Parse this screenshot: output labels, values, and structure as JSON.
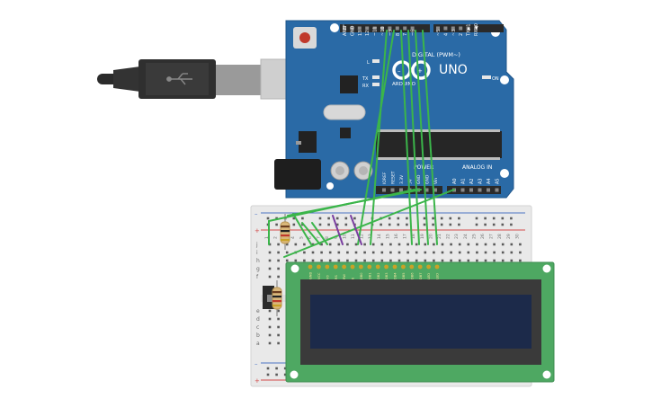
{
  "board": {
    "brand": "ARDUINO",
    "model": "UNO",
    "on_label": "ON",
    "l_label": "L",
    "tx_label": "TX",
    "rx_label": "RX",
    "digital_label": "DIGITAL (PWM~)",
    "power_label": "POWER",
    "analog_label": "ANALOG IN",
    "digital_pins": [
      "AREF",
      "GND",
      "13",
      "12",
      "~11",
      "~10",
      "~9",
      "8",
      "7",
      "~6",
      "~5",
      "4",
      "~3",
      "2",
      "TX▶1",
      "RX◀0"
    ],
    "power_pins": [
      "IOREF",
      "RESET",
      "3.3V",
      "5V",
      "GND",
      "GND",
      "Vin"
    ],
    "analog_pins": [
      "A0",
      "A1",
      "A2",
      "A3",
      "A4",
      "A5"
    ]
  },
  "breadboard": {
    "rows_top": [
      "j",
      "i",
      "h",
      "g",
      "f"
    ],
    "rows_bottom": [
      "e",
      "d",
      "c",
      "b",
      "a"
    ],
    "columns": [
      "1",
      "2",
      "3",
      "4",
      "5",
      "6",
      "7",
      "8",
      "9",
      "10",
      "11",
      "12",
      "13",
      "14",
      "15",
      "16",
      "17",
      "18",
      "19",
      "20",
      "21",
      "22",
      "23",
      "24",
      "25",
      "26",
      "27",
      "28",
      "29",
      "30"
    ]
  },
  "lcd": {
    "pins": [
      "GND",
      "VCC",
      "V0",
      "RS",
      "RW",
      "E",
      "DB0",
      "DB1",
      "DB2",
      "DB3",
      "DB4",
      "DB5",
      "DB6",
      "DB7",
      "LED",
      "LED"
    ]
  },
  "colors": {
    "board": "#2a6aa6",
    "wire_green": "#3bb54a",
    "wire_purple": "#7a3fa0",
    "lcd_pcb": "#4ea862",
    "lcd_screen": "#1c2a4a",
    "breadboard": "#e9e9e9"
  }
}
